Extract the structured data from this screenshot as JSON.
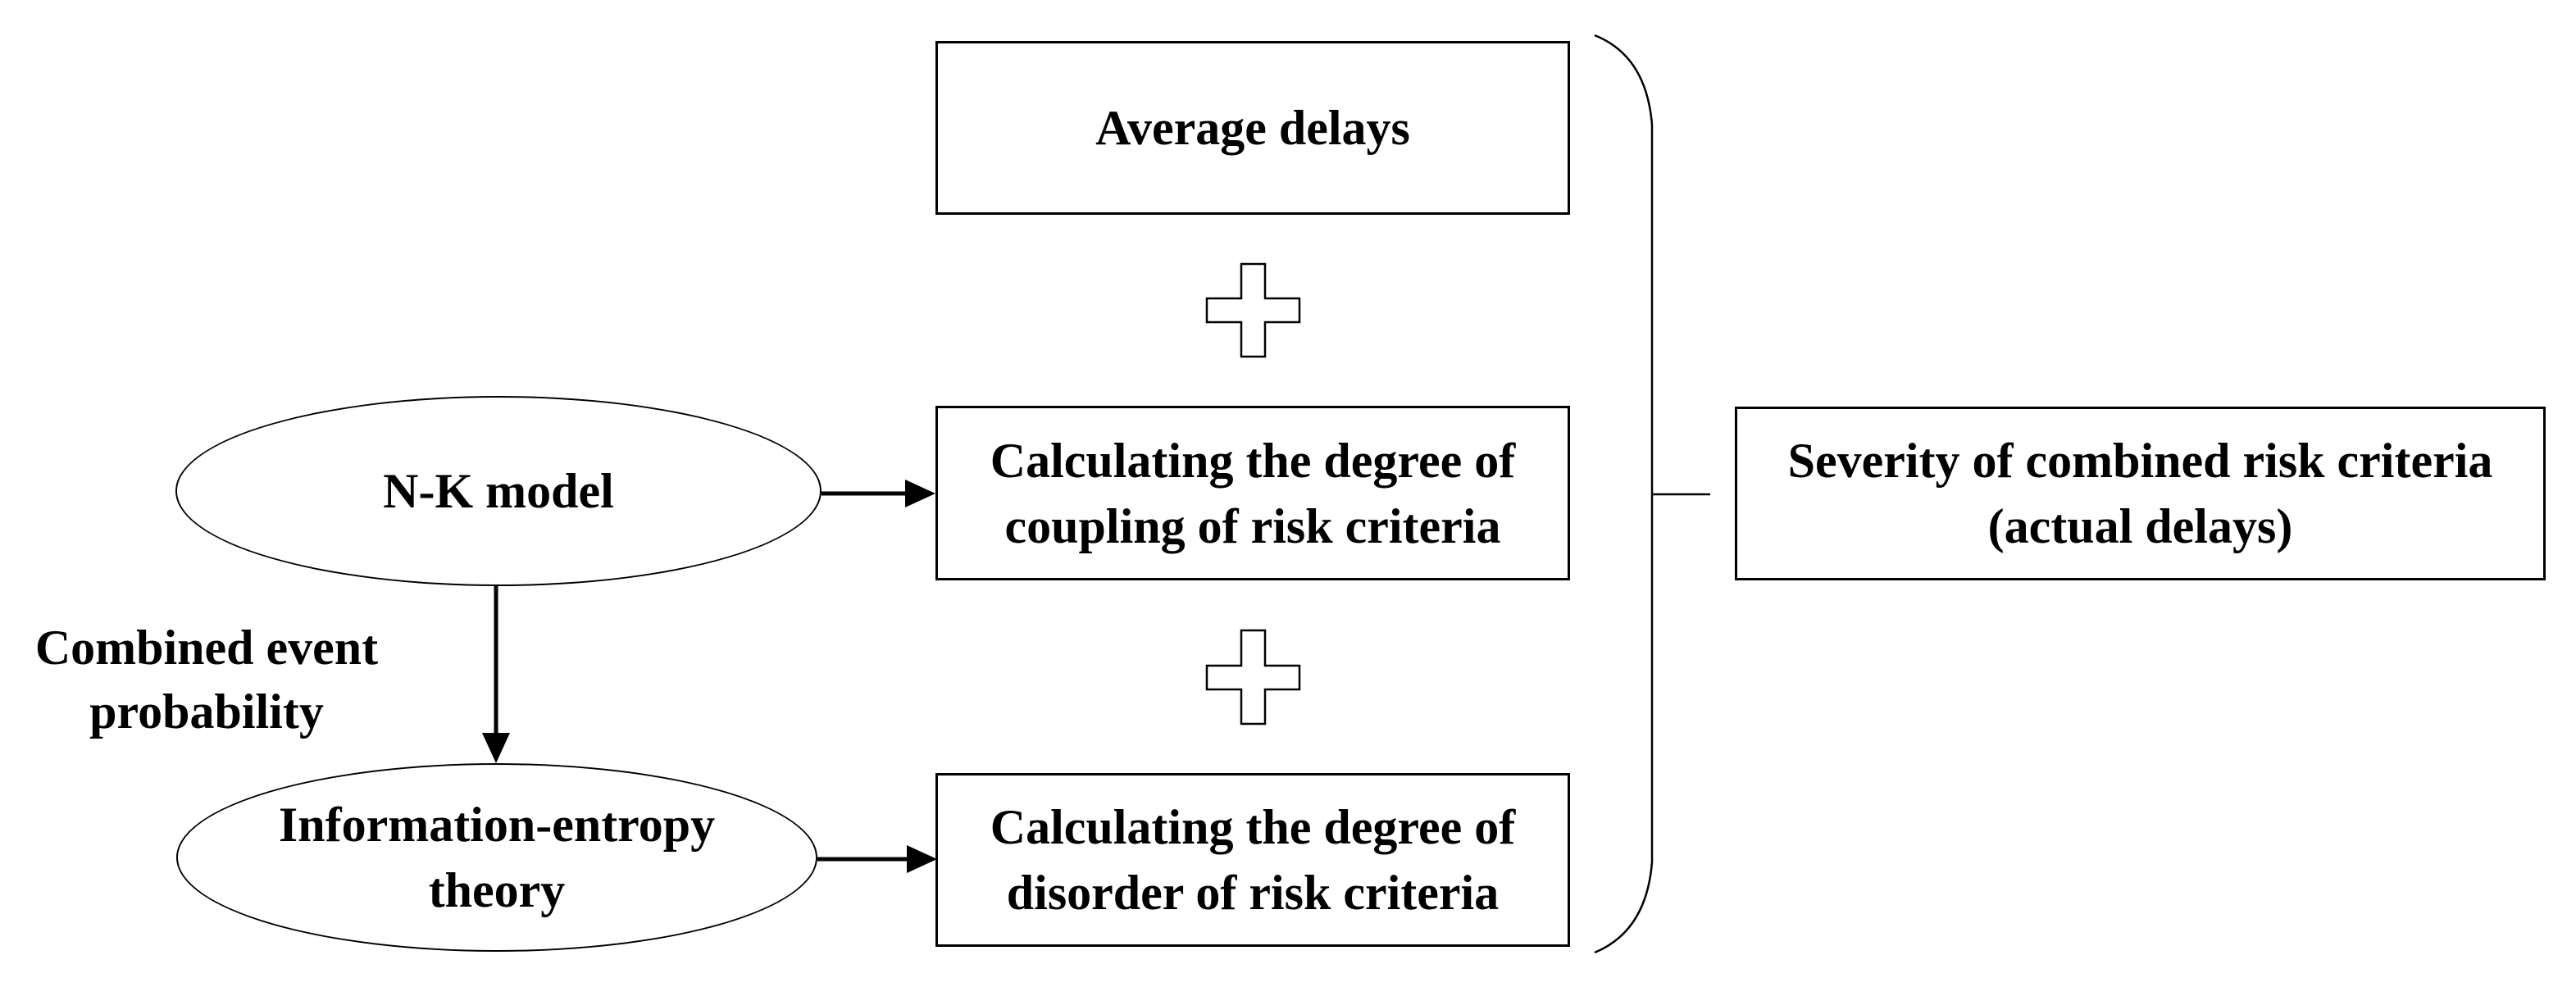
{
  "figure": {
    "background": "#ffffff",
    "stroke_color": "#000000",
    "text_color": "#000000",
    "left_label": {
      "line1": "Combined event",
      "line2": "probability"
    },
    "ellipses": {
      "nk_model": {
        "label": "N-K model"
      },
      "information_entropy": {
        "line1": "Information-entropy",
        "line2": "theory"
      }
    },
    "boxes": {
      "average_delays": {
        "label": "Average delays"
      },
      "coupling": {
        "line1": "Calculating the degree of",
        "line2": "coupling of risk criteria"
      },
      "disorder": {
        "line1": "Calculating the degree of",
        "line2": "disorder of risk criteria"
      },
      "severity": {
        "line1": "Severity of combined risk criteria",
        "line2": "(actual delays)"
      }
    },
    "icons": {
      "plus_top": "plus-icon",
      "plus_bottom": "plus-icon",
      "brace": "right-brace-icon",
      "arrow_nk_to_coupling": "arrow-right-icon",
      "arrow_ie_to_disorder": "arrow-right-icon",
      "arrow_nk_to_ie": "arrow-down-icon"
    }
  }
}
